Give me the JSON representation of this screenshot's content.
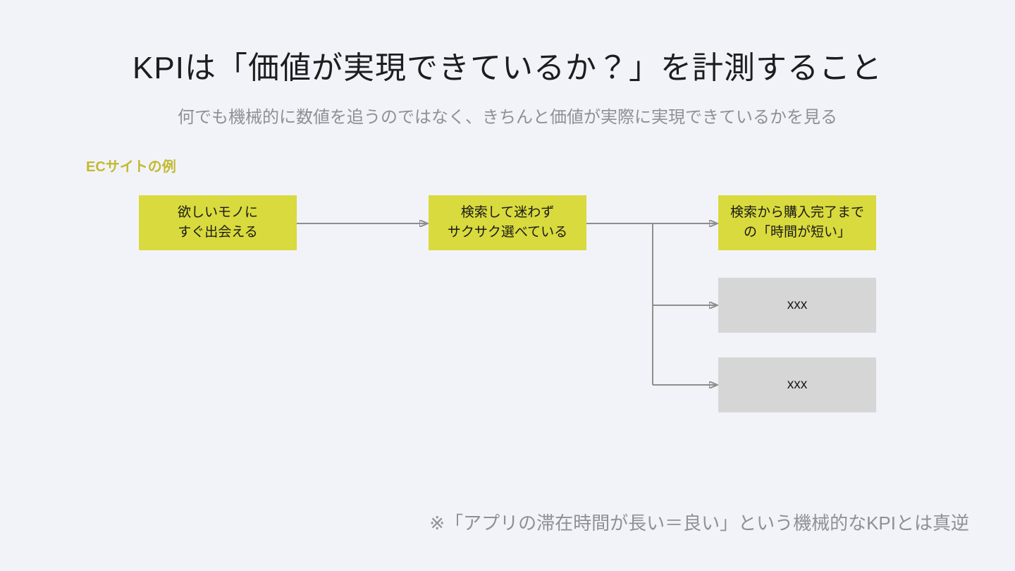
{
  "slide": {
    "title": "KPIは「価値が実現できているか？」を計測すること",
    "subtitle": "何でも機械的に数値を追うのではなく、きちんと価値が実際に実現できているかを見る",
    "section_label": "ECサイトの例",
    "footnote": "※「アプリの滞在時間が長い＝良い」という機械的なKPIとは真逆"
  },
  "diagram": {
    "boxes": [
      {
        "id": "value-1",
        "style": "highlight",
        "text": "欲しいモノに\nすぐ出会える"
      },
      {
        "id": "value-2",
        "style": "highlight",
        "text": "検索して迷わず\nサクサク選べている"
      },
      {
        "id": "kpi-1",
        "style": "highlight",
        "text": "検索から購入完了まで\nの「時間が短い」"
      },
      {
        "id": "kpi-2",
        "style": "placeholder",
        "text": "xxx"
      },
      {
        "id": "kpi-3",
        "style": "placeholder",
        "text": "xxx"
      }
    ]
  },
  "colors": {
    "background": "#f2f3f8",
    "highlight": "#d9da3d",
    "placeholder": "#d6d6d6",
    "connector": "#8e8e8e",
    "section_label": "#c2ba32",
    "title_text": "#1d1d1f",
    "muted_text": "#8f9097",
    "box_text": "#1a1a1a"
  }
}
